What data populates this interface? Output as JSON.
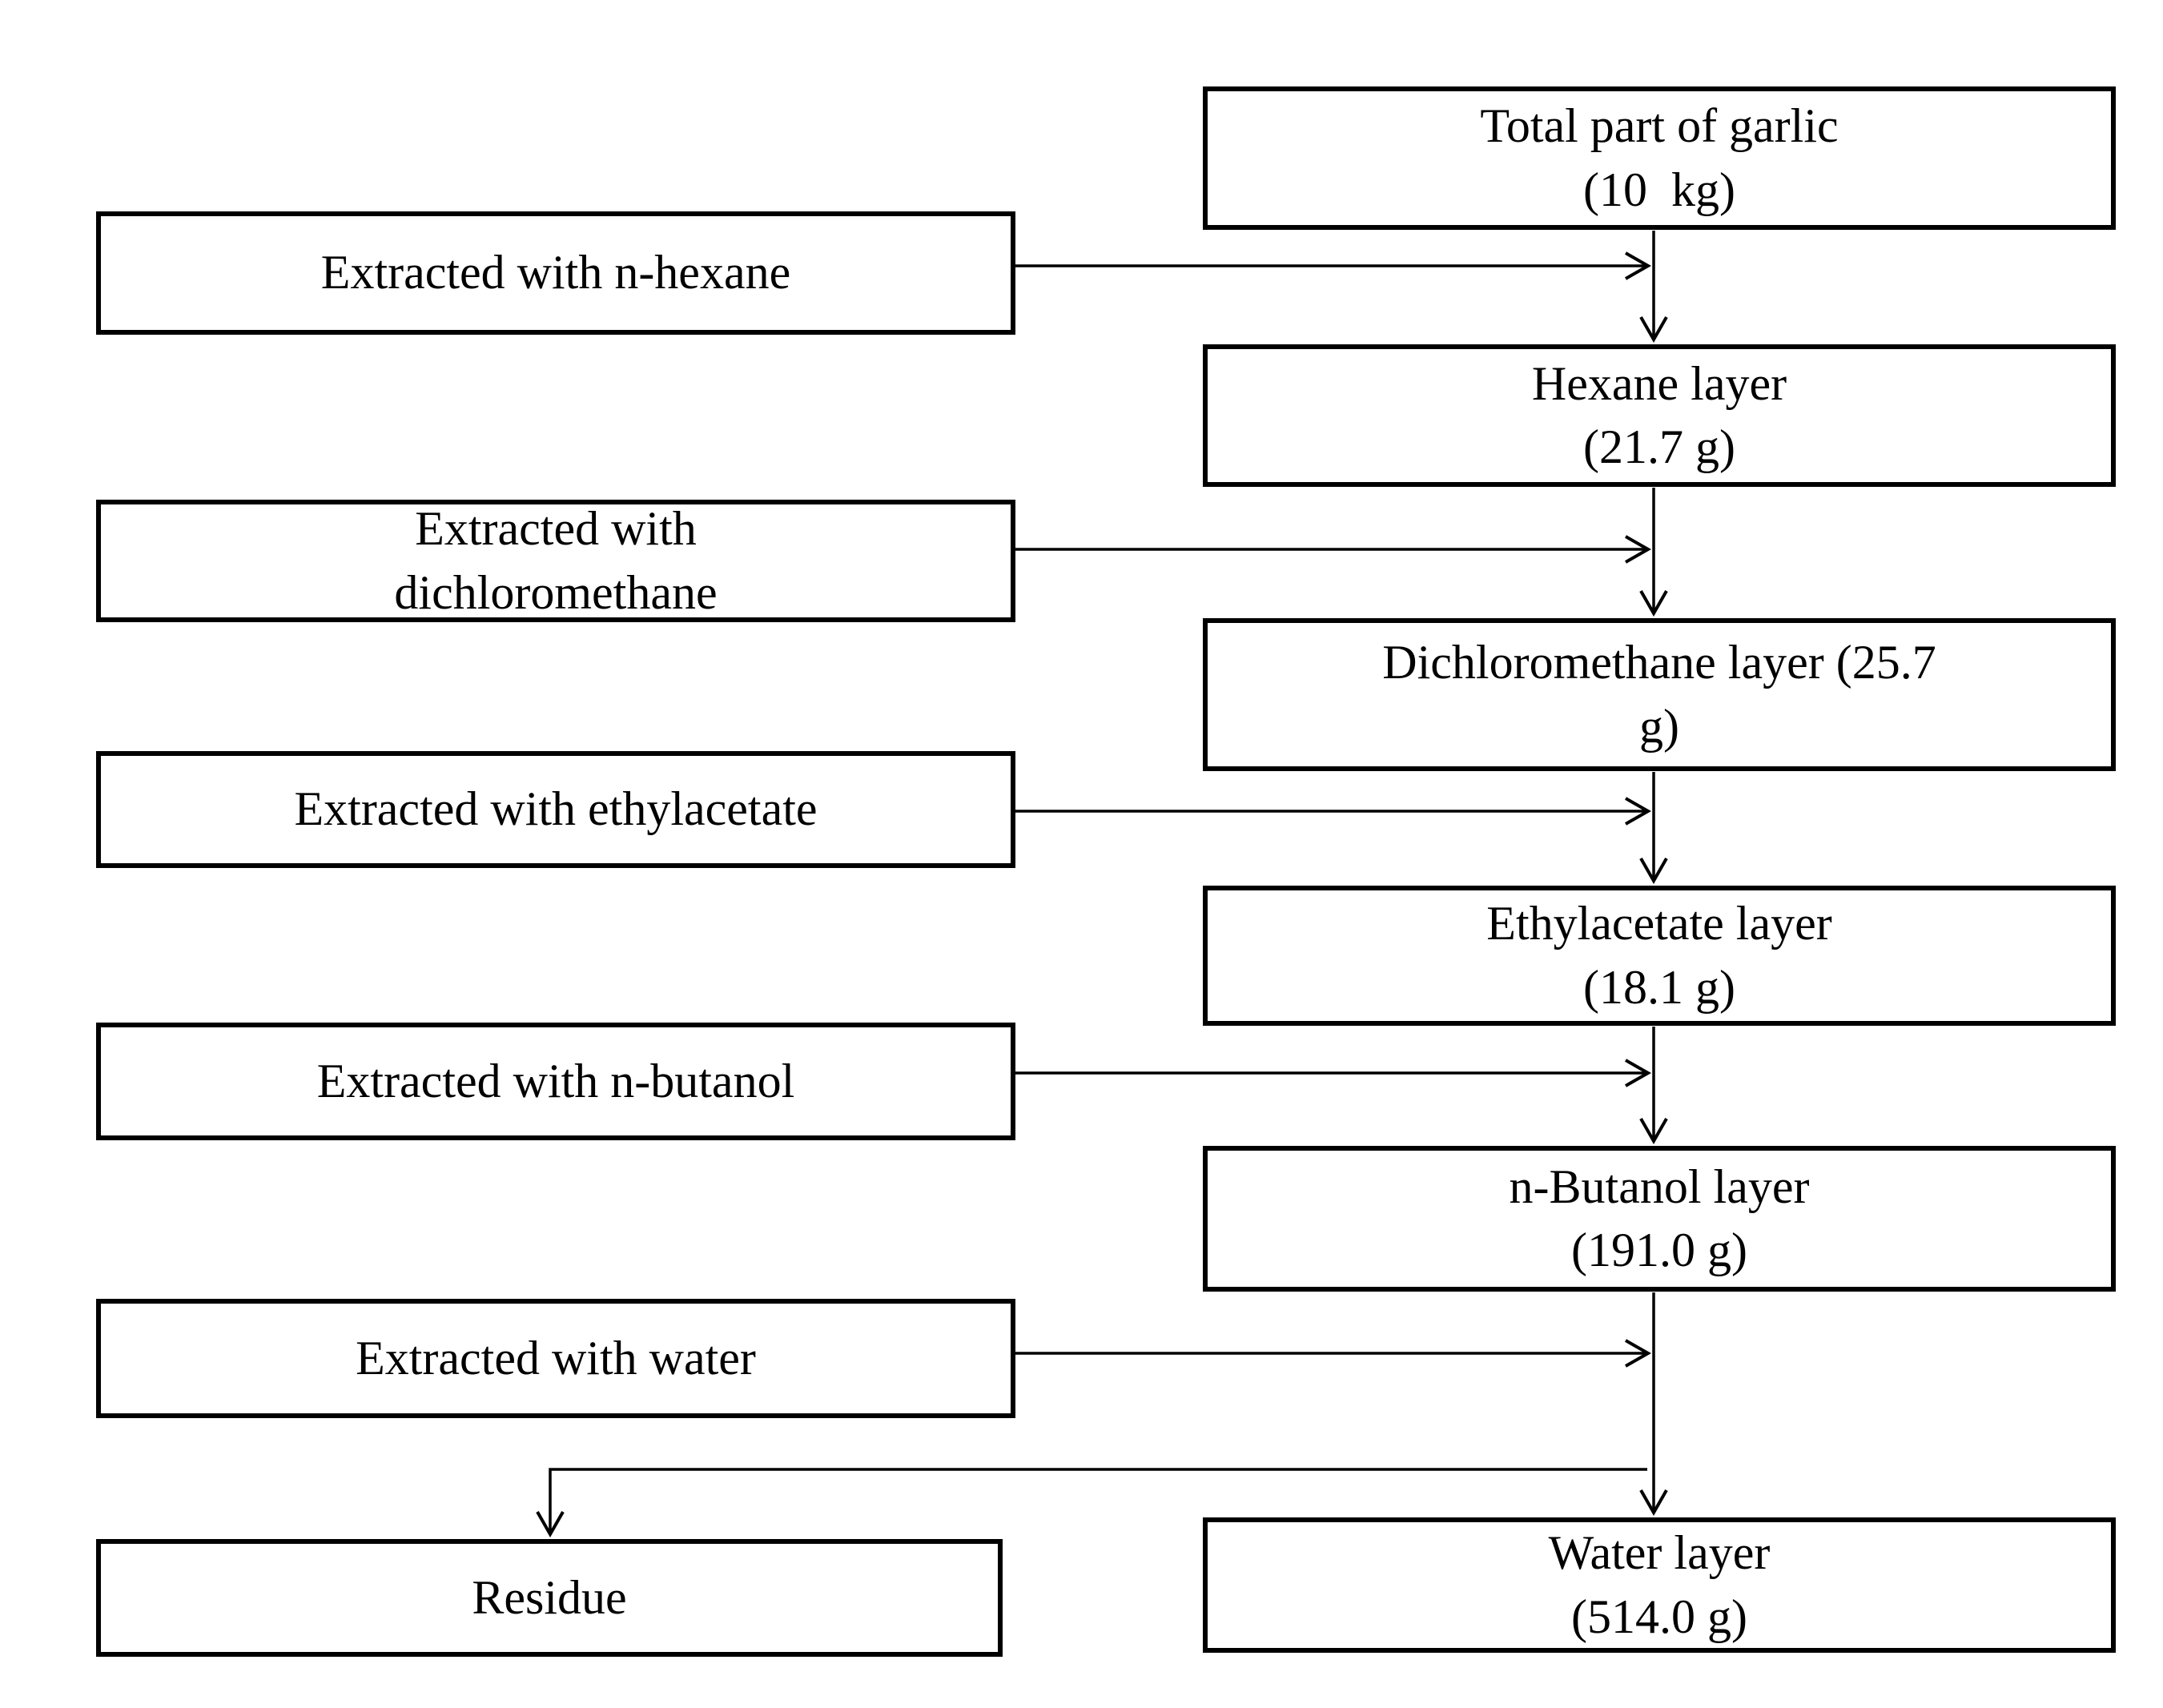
{
  "diagram": {
    "left_boxes": [
      {
        "lines": [
          "Extracted with n-hexane"
        ]
      },
      {
        "lines": [
          "Extracted with",
          "dichloromethane"
        ]
      },
      {
        "lines": [
          "Extracted with ethylacetate"
        ]
      },
      {
        "lines": [
          "Extracted with n-butanol"
        ]
      },
      {
        "lines": [
          "Extracted with water"
        ]
      },
      {
        "lines": [
          "Residue"
        ]
      }
    ],
    "right_boxes": [
      {
        "lines": [
          "Total part of garlic",
          "(10  kg)"
        ]
      },
      {
        "lines": [
          "Hexane layer",
          "(21.7 g)"
        ]
      },
      {
        "lines": [
          "Dichloromethane layer (25.7",
          "g)"
        ]
      },
      {
        "lines": [
          "Ethylacetate layer",
          "(18.1 g)"
        ]
      },
      {
        "lines": [
          "n-Butanol layer",
          "(191.0 g)"
        ]
      },
      {
        "lines": [
          "Water layer",
          "(514.0 g)"
        ]
      }
    ],
    "colors": {
      "line": "#000000",
      "text": "#000000",
      "background": "#ffffff"
    }
  }
}
